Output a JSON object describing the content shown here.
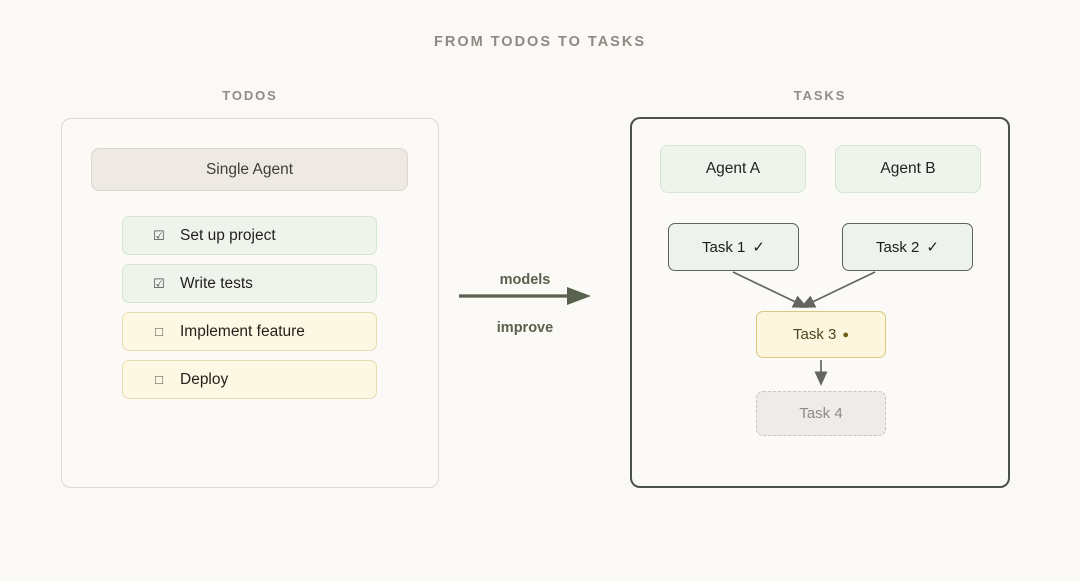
{
  "title": "FROM TODOS TO TASKS",
  "left_panel": {
    "heading": "TODOS",
    "agent_label": "Single Agent",
    "todos": [
      {
        "label": "Set up project",
        "checkbox": "checked-box-icon",
        "glyph": "☑",
        "state": "done"
      },
      {
        "label": "Write tests",
        "checkbox": "checked-box-icon",
        "glyph": "☑",
        "state": "done"
      },
      {
        "label": "Implement feature",
        "checkbox": "empty-box-icon",
        "glyph": "□",
        "state": "pending"
      },
      {
        "label": "Deploy",
        "checkbox": "empty-box-icon",
        "glyph": "□",
        "state": "pending"
      }
    ]
  },
  "transition": {
    "label_top": "models",
    "label_bottom": "improve",
    "arrow_icon": "right-arrow-icon"
  },
  "right_panel": {
    "heading": "TASKS",
    "agents": [
      {
        "label": "Agent A"
      },
      {
        "label": "Agent B"
      }
    ],
    "tasks": [
      {
        "label": "Task 1",
        "marker": "✓",
        "marker_icon": "check-icon",
        "state": "complete"
      },
      {
        "label": "Task 2",
        "marker": "✓",
        "marker_icon": "check-icon",
        "state": "complete"
      },
      {
        "label": "Task 3",
        "marker": "●",
        "marker_icon": "dot-icon",
        "state": "in-progress"
      },
      {
        "label": "Task 4",
        "marker": "",
        "marker_icon": "none",
        "state": "pending"
      }
    ]
  },
  "colors": {
    "background": "#faf9f5",
    "title_text": "#8d8a82",
    "done_fill": "#eef4ec",
    "done_border": "#d3e6ce",
    "pending_fill": "#fdf8e4",
    "pending_border": "#e6dcb2",
    "panel_border_right": "#4a5248",
    "panel_border_left": "#ddd9d0",
    "arrow": "#59614f",
    "link_arrow": "#63665f",
    "inactive_text": "#8e8b85"
  }
}
